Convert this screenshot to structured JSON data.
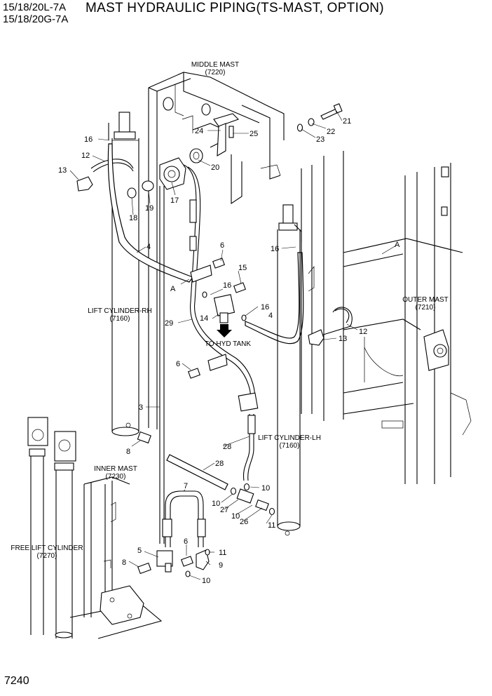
{
  "header": {
    "models": [
      "15/18/20L-7A",
      "15/18/20G-7A"
    ],
    "title": "MAST HYDRAULIC PIPING(TS-MAST, OPTION)"
  },
  "page_number": "7240",
  "assemblies": {
    "middle_mast": {
      "name": "MIDDLE MAST",
      "code": "(7220)"
    },
    "outer_mast": {
      "name": "OUTER MAST",
      "code": "(7210)"
    },
    "inner_mast": {
      "name": "INNER MAST",
      "code": "(7230)"
    },
    "lift_cylinder_rh": {
      "name": "LIFT CYLINDER-RH",
      "code": "(7160)"
    },
    "lift_cylinder_lh": {
      "name": "LIFT CYLINDER-LH",
      "code": "(7160)"
    },
    "free_lift_cylinder": {
      "name": "FREE LIFT CYLINDER",
      "code": "(7270)"
    }
  },
  "notes": {
    "to_tank": "TO HYD TANK"
  },
  "refs": {
    "a_left": "A",
    "a_right": "A",
    "n21": "21",
    "n22": "22",
    "n23": "23",
    "n24": "24",
    "n25": "25",
    "n20": "20",
    "n16a": "16",
    "n12a": "12",
    "n13a": "13",
    "n19": "19",
    "n18": "18",
    "n17": "17",
    "n4a": "4",
    "n6a": "6",
    "n15": "15",
    "n16b": "16",
    "n16c": "16",
    "n4b": "4",
    "n16d": "16",
    "n14": "14",
    "n29": "29",
    "n12b": "12",
    "n13b": "13",
    "n6b": "6",
    "n3": "3",
    "n8a": "8",
    "n28a": "28",
    "n28b": "28",
    "n7": "7",
    "n10a": "10",
    "n10b": "10",
    "n27": "27",
    "n10c": "10",
    "n26": "26",
    "n11a": "11",
    "n5": "5",
    "n6c": "6",
    "n11b": "11",
    "n8b": "8",
    "n9": "9",
    "n10d": "10"
  }
}
